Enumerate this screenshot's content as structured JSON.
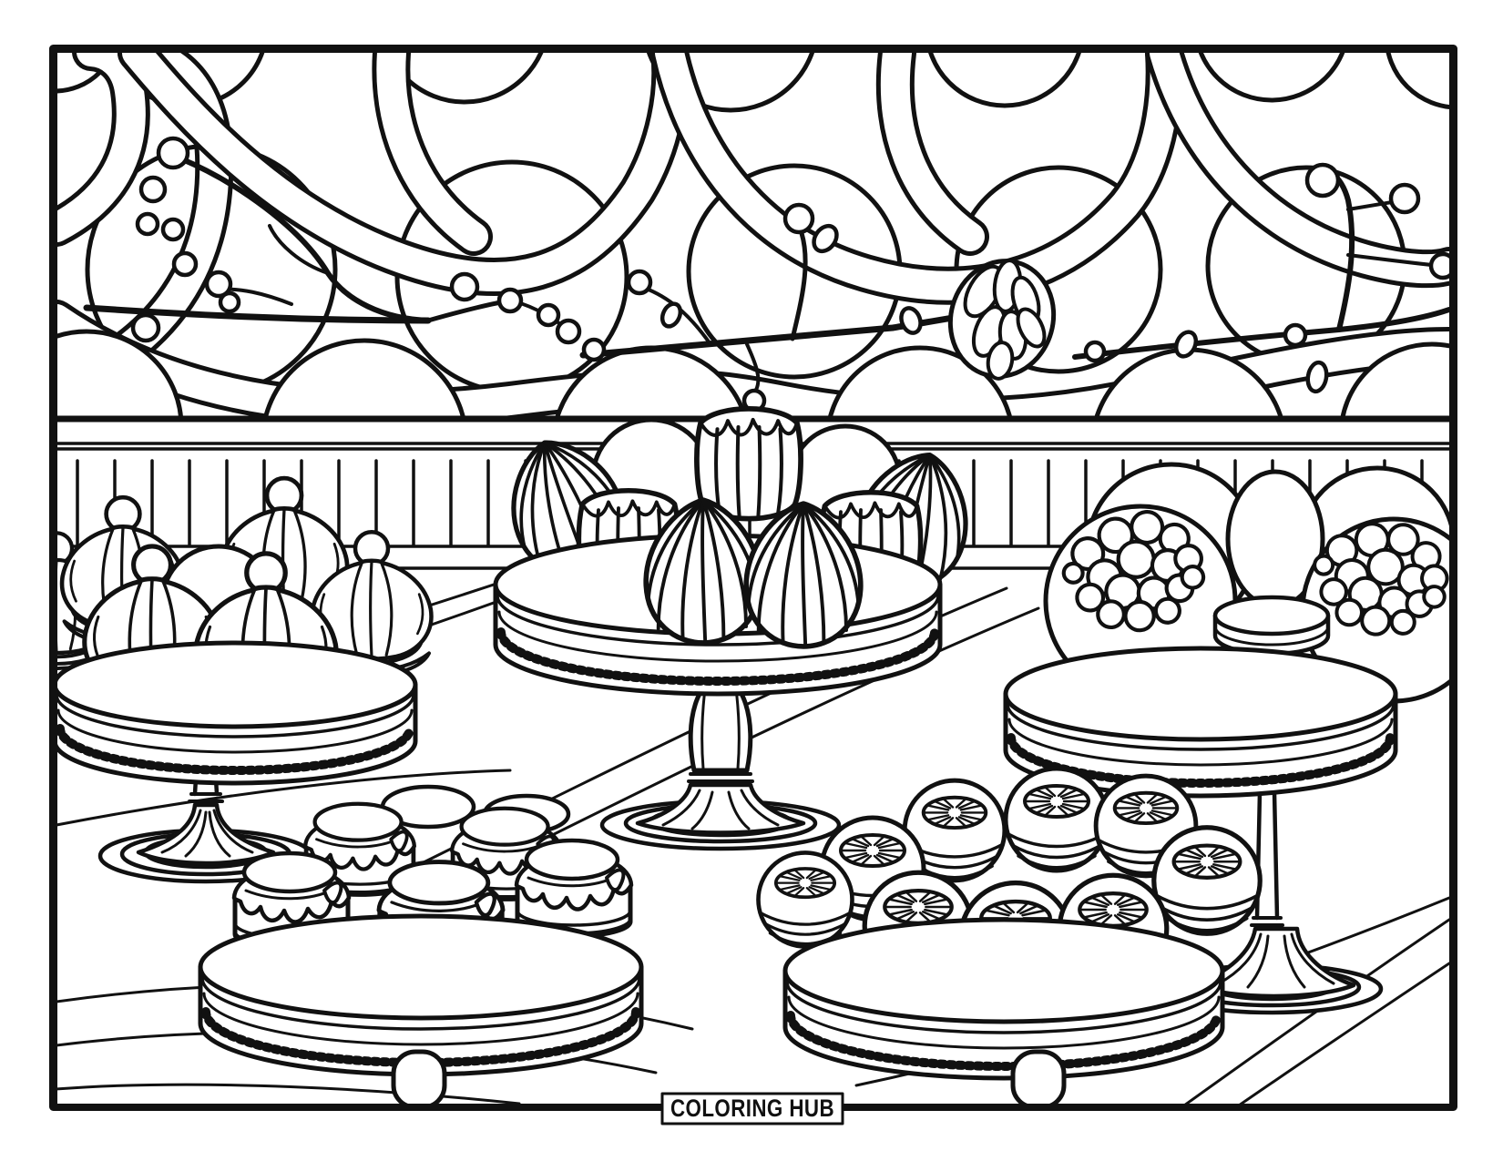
{
  "page": {
    "type": "coloring-book-page",
    "watermark": "COLORING HUB",
    "ink_color": "#111111",
    "paper_color": "#ffffff"
  },
  "scene": {
    "background_pattern": "interlocking loop and scale pattern with blossom branches and berry buds",
    "railing": "slatted balustrade with double top and bottom rails",
    "floor": "draped tablecloth with flowing fold lines",
    "stands": [
      {
        "name": "left-cake-stand",
        "desserts": "swirl-topped brioche buns",
        "count": 6
      },
      {
        "name": "center-cake-stand",
        "desserts": "striped shell candies and round buns",
        "count": 8
      },
      {
        "name": "right-cake-stand",
        "desserts": "berry-cluster buns, egg and macaron",
        "count": 6
      },
      {
        "name": "front-left-cake-stand",
        "desserts": "glazed mini cakes",
        "count": 7
      },
      {
        "name": "front-right-cake-stand",
        "desserts": "striped truffle balls",
        "count": 9
      }
    ]
  }
}
